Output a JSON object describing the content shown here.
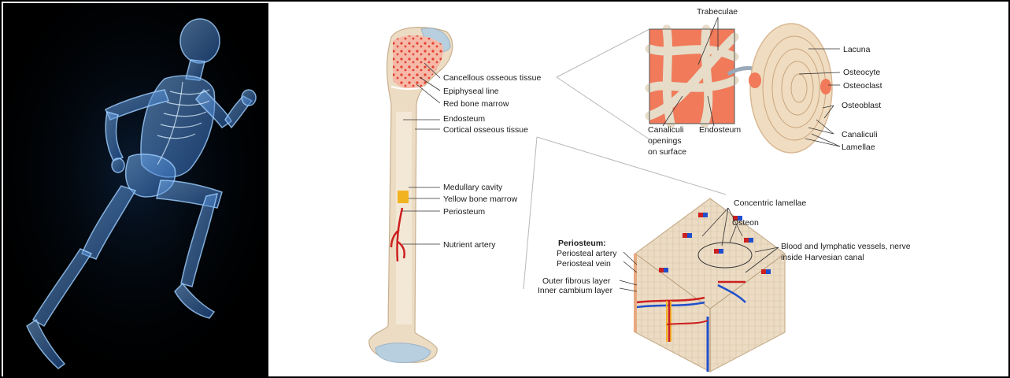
{
  "bone_labels": {
    "cancellous": "Cancellous osseous tissue",
    "epiphyseal": "Epiphyseal line",
    "red_marrow": "Red bone marrow",
    "endosteum": "Endosteum",
    "cortical": "Cortical osseous tissue",
    "medullary": "Medullary cavity",
    "yellow_marrow": "Yellow bone marrow",
    "periosteum": "Periosteum",
    "nutrient_artery": "Nutrient artery"
  },
  "trabeculae_labels": {
    "trabeculae": "Trabeculae",
    "canaliculi_l1": "Canaliculi",
    "canaliculi_l2": "openings",
    "canaliculi_l3": "on surface",
    "endosteum": "Endosteum"
  },
  "osteon_labels": {
    "lacuna": "Lacuna",
    "osteocyte": "Osteocyte",
    "osteoclast": "Osteoclast",
    "osteoblast": "Osteoblast",
    "canaliculi": "Canaliculi",
    "lamellae": "Lamellae"
  },
  "compact_labels": {
    "concentric_lamellae": "Concentric lamellae",
    "osteon": "Osteon",
    "vessels_l1": "Blood and lymphatic vessels, nerve",
    "vessels_l2": "inside Harvesian canal",
    "periosteum_heading": "Periosteum:",
    "periosteal_artery": "Periosteal artery",
    "periosteal_vein": "Periosteal vein",
    "outer_fibrous": "Outer fibrous layer",
    "inner_cambium": "Inner cambium layer"
  },
  "colors": {
    "skeleton_blue": "#3a7fd0",
    "bone_tan": "#ecdcc4",
    "marrow_red": "#e2402e",
    "yellow_marrow": "#f2b320",
    "cartilage_blue": "#b8cfe0"
  },
  "runner_image": "running-person-skeleton-xray"
}
